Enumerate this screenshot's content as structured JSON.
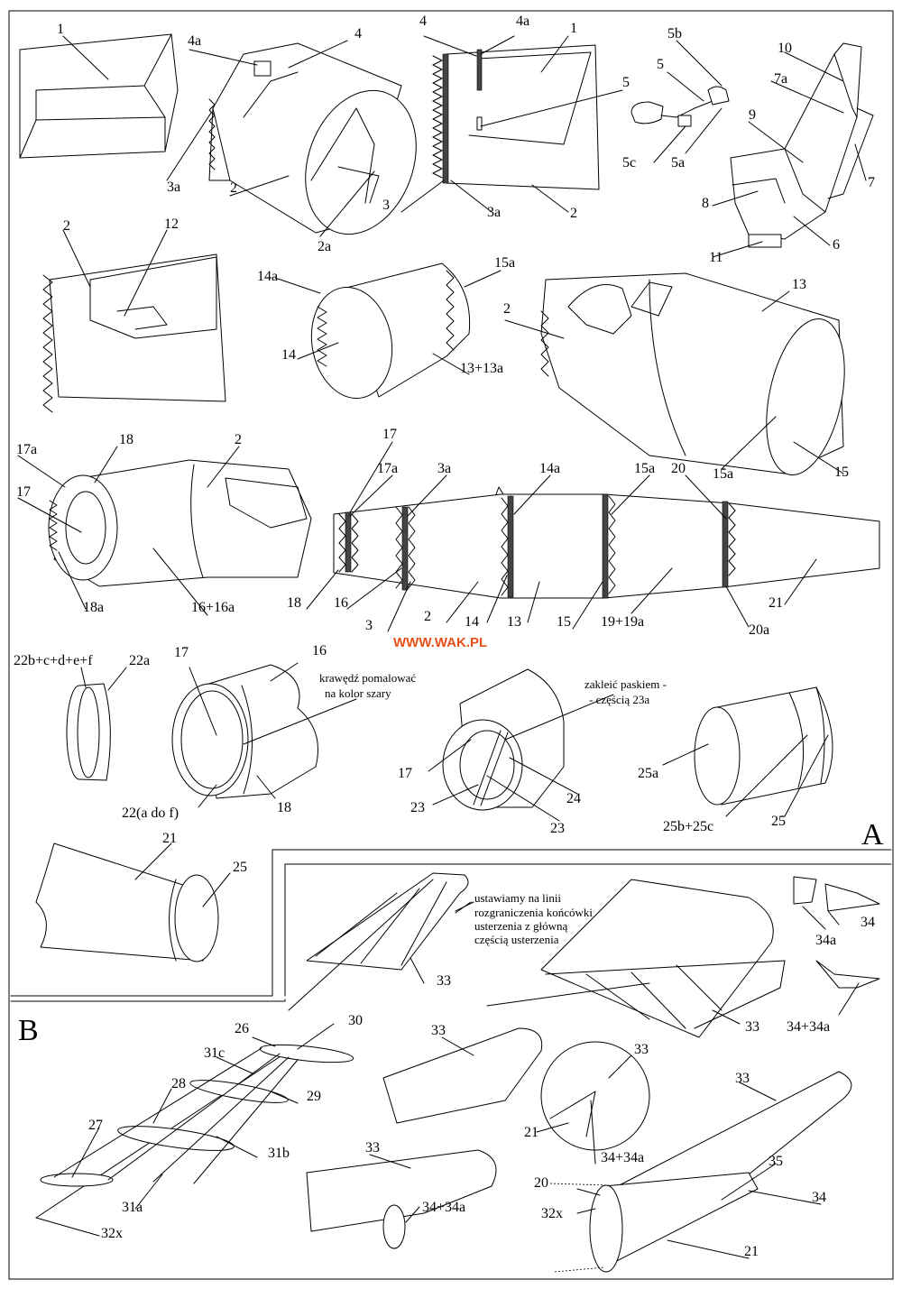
{
  "website": "WWW.WAK.PL",
  "section_a": "A",
  "section_b": "B",
  "colors": {
    "url": "#e8501a",
    "frame": "#000000",
    "paper": "#ffffff",
    "dark_stripe": "#444444"
  },
  "notes": {
    "edge_paint_1": "krawędź pomalować",
    "edge_paint_2": "na kolor szary",
    "glue_1": "zakleić paskiem -",
    "glue_2": "- częścią 23a",
    "align_1": "ustawiamy na linii",
    "align_2": "rozgraniczenia końcówki",
    "align_3": "usterzenia z główną",
    "align_4": "częścią usterzenia"
  },
  "labels": {
    "p1": "1",
    "p2": "2",
    "p2a": "2a",
    "p3": "3",
    "p3a": "3a",
    "p4": "4",
    "p4a": "4a",
    "p5": "5",
    "p5a": "5a",
    "p5b": "5b",
    "p5c": "5c",
    "p6": "6",
    "p7": "7",
    "p7a": "7a",
    "p8": "8",
    "p9": "9",
    "p10": "10",
    "p11": "11",
    "p12": "12",
    "p13": "13",
    "p13_13a": "13+13a",
    "p14": "14",
    "p14a": "14a",
    "p15": "15",
    "p15a": "15a",
    "p16": "16",
    "p16_16a": "16+16a",
    "p17": "17",
    "p17a": "17a",
    "p18": "18",
    "p18a": "18a",
    "p19_19a": "19+19a",
    "p20": "20",
    "p20a": "20a",
    "p21": "21",
    "p22a": "22a",
    "p22bf": "22b+c+d+e+f",
    "p22af": "22(a do f)",
    "p23": "23",
    "p24": "24",
    "p25": "25",
    "p25a": "25a",
    "p25bc": "25b+25c",
    "p26": "26",
    "p27": "27",
    "p28": "28",
    "p29": "29",
    "p30": "30",
    "p31a": "31a",
    "p31b": "31b",
    "p31c": "31c",
    "p32x": "32x",
    "p33": "33",
    "p34": "34",
    "p34a": "34a",
    "p34_34a": "34+34a",
    "p35": "35"
  }
}
